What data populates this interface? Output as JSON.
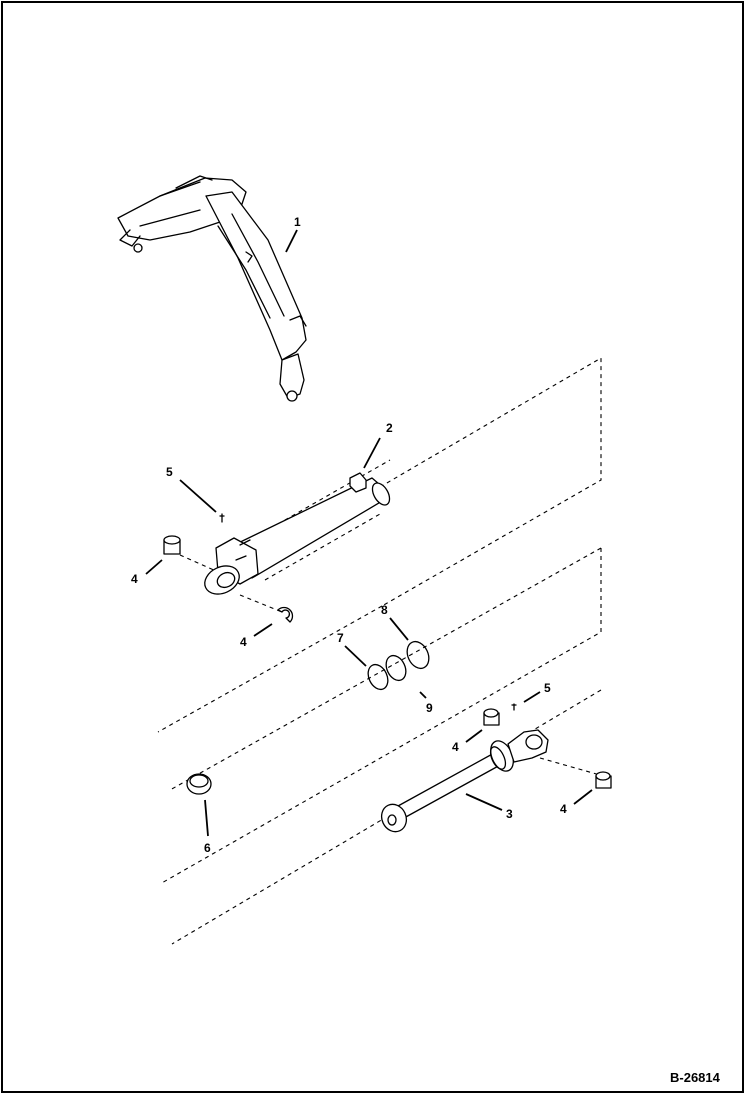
{
  "diagram": {
    "reference_code": "B-26814",
    "callouts": {
      "c1": "1",
      "c2": "2",
      "c3": "3",
      "c4a": "4",
      "c4b": "4",
      "c4c": "4",
      "c4d": "4",
      "c5a": "5",
      "c5b": "5",
      "c6": "6",
      "c7": "7",
      "c8": "8",
      "c9": "9"
    }
  }
}
